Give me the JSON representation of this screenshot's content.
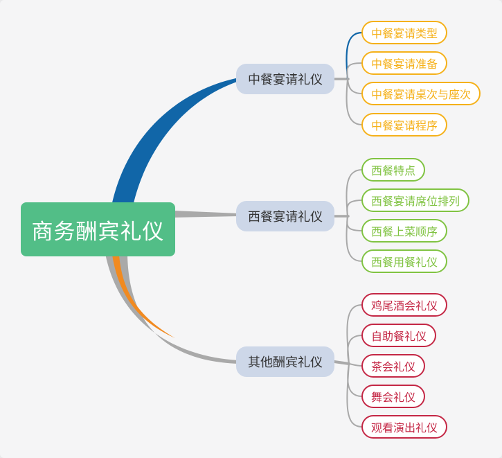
{
  "root": {
    "label": "商务酬宾礼仪"
  },
  "branches": [
    {
      "label": "中餐宴请礼仪",
      "accent": "#f5b11a",
      "children": [
        "中餐宴请类型",
        "中餐宴请准备",
        "中餐宴请桌次与座次",
        "中餐宴请程序"
      ]
    },
    {
      "label": "西餐宴请礼仪",
      "accent": "#80c342",
      "children": [
        "西餐特点",
        "西餐宴请席位排列",
        "西餐上菜顺序",
        "西餐用餐礼仪"
      ]
    },
    {
      "label": "其他酬宾礼仪",
      "accent": "#c42745",
      "children": [
        "鸡尾酒会礼仪",
        "自助餐礼仪",
        "茶会礼仪",
        "舞会礼仪",
        "观看演出礼仪"
      ]
    }
  ],
  "colors": {
    "canvas-bg": "#f5f5f6",
    "root-bg": "#52be87",
    "root-text": "#ffffff",
    "branch-bg": "#cdd7e8",
    "branch-text": "#333333",
    "line-blue": "#1166a8",
    "line-gray": "#a9a9a9",
    "line-orange": "#f18a20",
    "leaf-yellow": "#f5b11a",
    "leaf-green": "#80c342",
    "leaf-red": "#c42745",
    "leaf-bg": "#ffffff"
  }
}
